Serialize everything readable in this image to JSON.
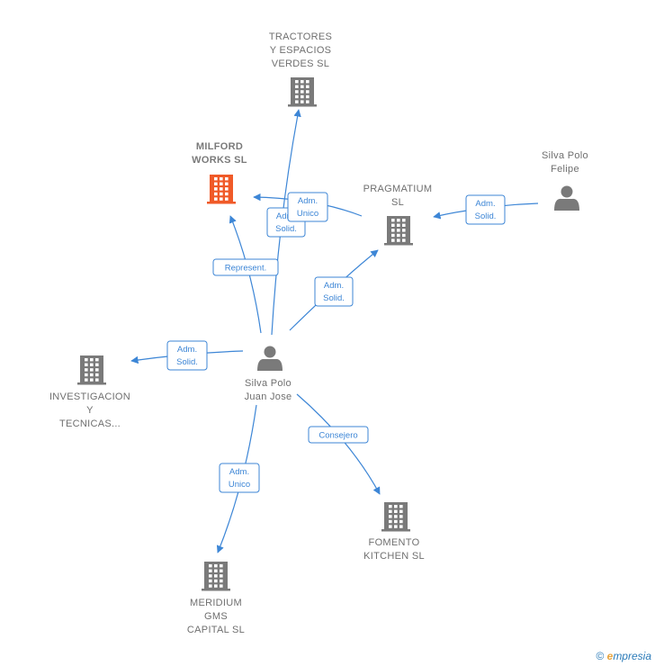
{
  "nodes": [
    {
      "id": "tractores",
      "kind": "company",
      "color": "#7a7a7a",
      "lines": [
        "TRACTORES",
        "Y ESPACIOS",
        "VERDES  SL"
      ],
      "bold": false
    },
    {
      "id": "milford",
      "kind": "company",
      "color": "#f05a28",
      "lines": [
        "MILFORD",
        "WORKS  SL"
      ],
      "bold": true
    },
    {
      "id": "pragmatium",
      "kind": "company",
      "color": "#7a7a7a",
      "lines": [
        "PRAGMATIUM",
        "SL"
      ],
      "bold": false
    },
    {
      "id": "felipe",
      "kind": "person",
      "color": "#7a7a7a",
      "lines": [
        "Silva Polo",
        "Felipe"
      ],
      "bold": false
    },
    {
      "id": "juanjose",
      "kind": "person",
      "color": "#7a7a7a",
      "lines": [
        "Silva Polo",
        "Juan Jose"
      ],
      "bold": false
    },
    {
      "id": "investigacion",
      "kind": "company",
      "color": "#7a7a7a",
      "lines": [
        "INVESTIGACION",
        "Y",
        "TECNICAS..."
      ],
      "bold": false
    },
    {
      "id": "fomento",
      "kind": "company",
      "color": "#7a7a7a",
      "lines": [
        "FOMENTO",
        "KITCHEN  SL"
      ],
      "bold": false
    },
    {
      "id": "meridium",
      "kind": "company",
      "color": "#7a7a7a",
      "lines": [
        "MERIDIUM",
        "GMS",
        "CAPITAL  SL"
      ],
      "bold": false
    }
  ],
  "edges": [
    {
      "id": "jj-tractores",
      "label": [
        "Adm.",
        "Solid."
      ]
    },
    {
      "id": "prag-milford",
      "label": [
        "Adm.",
        "Unico"
      ]
    },
    {
      "id": "jj-milford",
      "label": [
        "Represent."
      ]
    },
    {
      "id": "jj-prag",
      "label": [
        "Adm.",
        "Solid."
      ]
    },
    {
      "id": "felipe-prag",
      "label": [
        "Adm.",
        "Solid."
      ]
    },
    {
      "id": "jj-invest",
      "label": [
        "Adm.",
        "Solid."
      ]
    },
    {
      "id": "jj-fomento",
      "label": [
        "Consejero"
      ]
    },
    {
      "id": "jj-meridium",
      "label": [
        "Adm.",
        "Unico"
      ]
    }
  ],
  "brand": {
    "copyright": "©",
    "e": "e",
    "rest": "mpresia"
  }
}
